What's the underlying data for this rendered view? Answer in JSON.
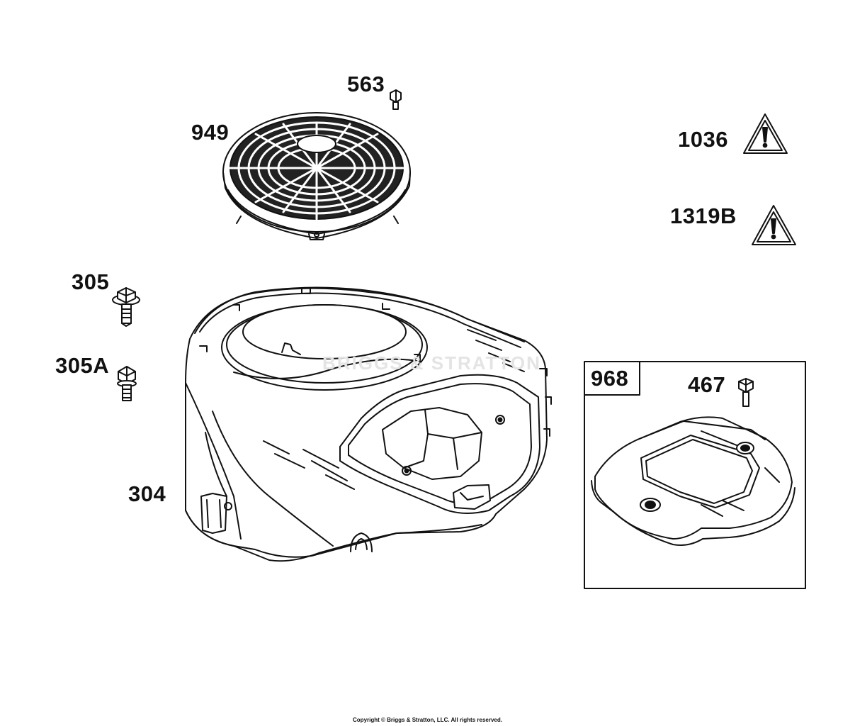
{
  "callouts": {
    "p563": "563",
    "p949": "949",
    "p1036": "1036",
    "p1319b": "1319B",
    "p305": "305",
    "p305a": "305A",
    "p304": "304",
    "p968": "968",
    "p467": "467"
  },
  "watermark": "BRIGGS & STRATTON",
  "copyright": "Copyright © Briggs & Stratton, LLC. All rights reserved.",
  "icons": {
    "warning": "warning-triangle-icon"
  },
  "colors": {
    "line": "#111111",
    "background": "#ffffff",
    "watermark": "#e4e4e4"
  }
}
